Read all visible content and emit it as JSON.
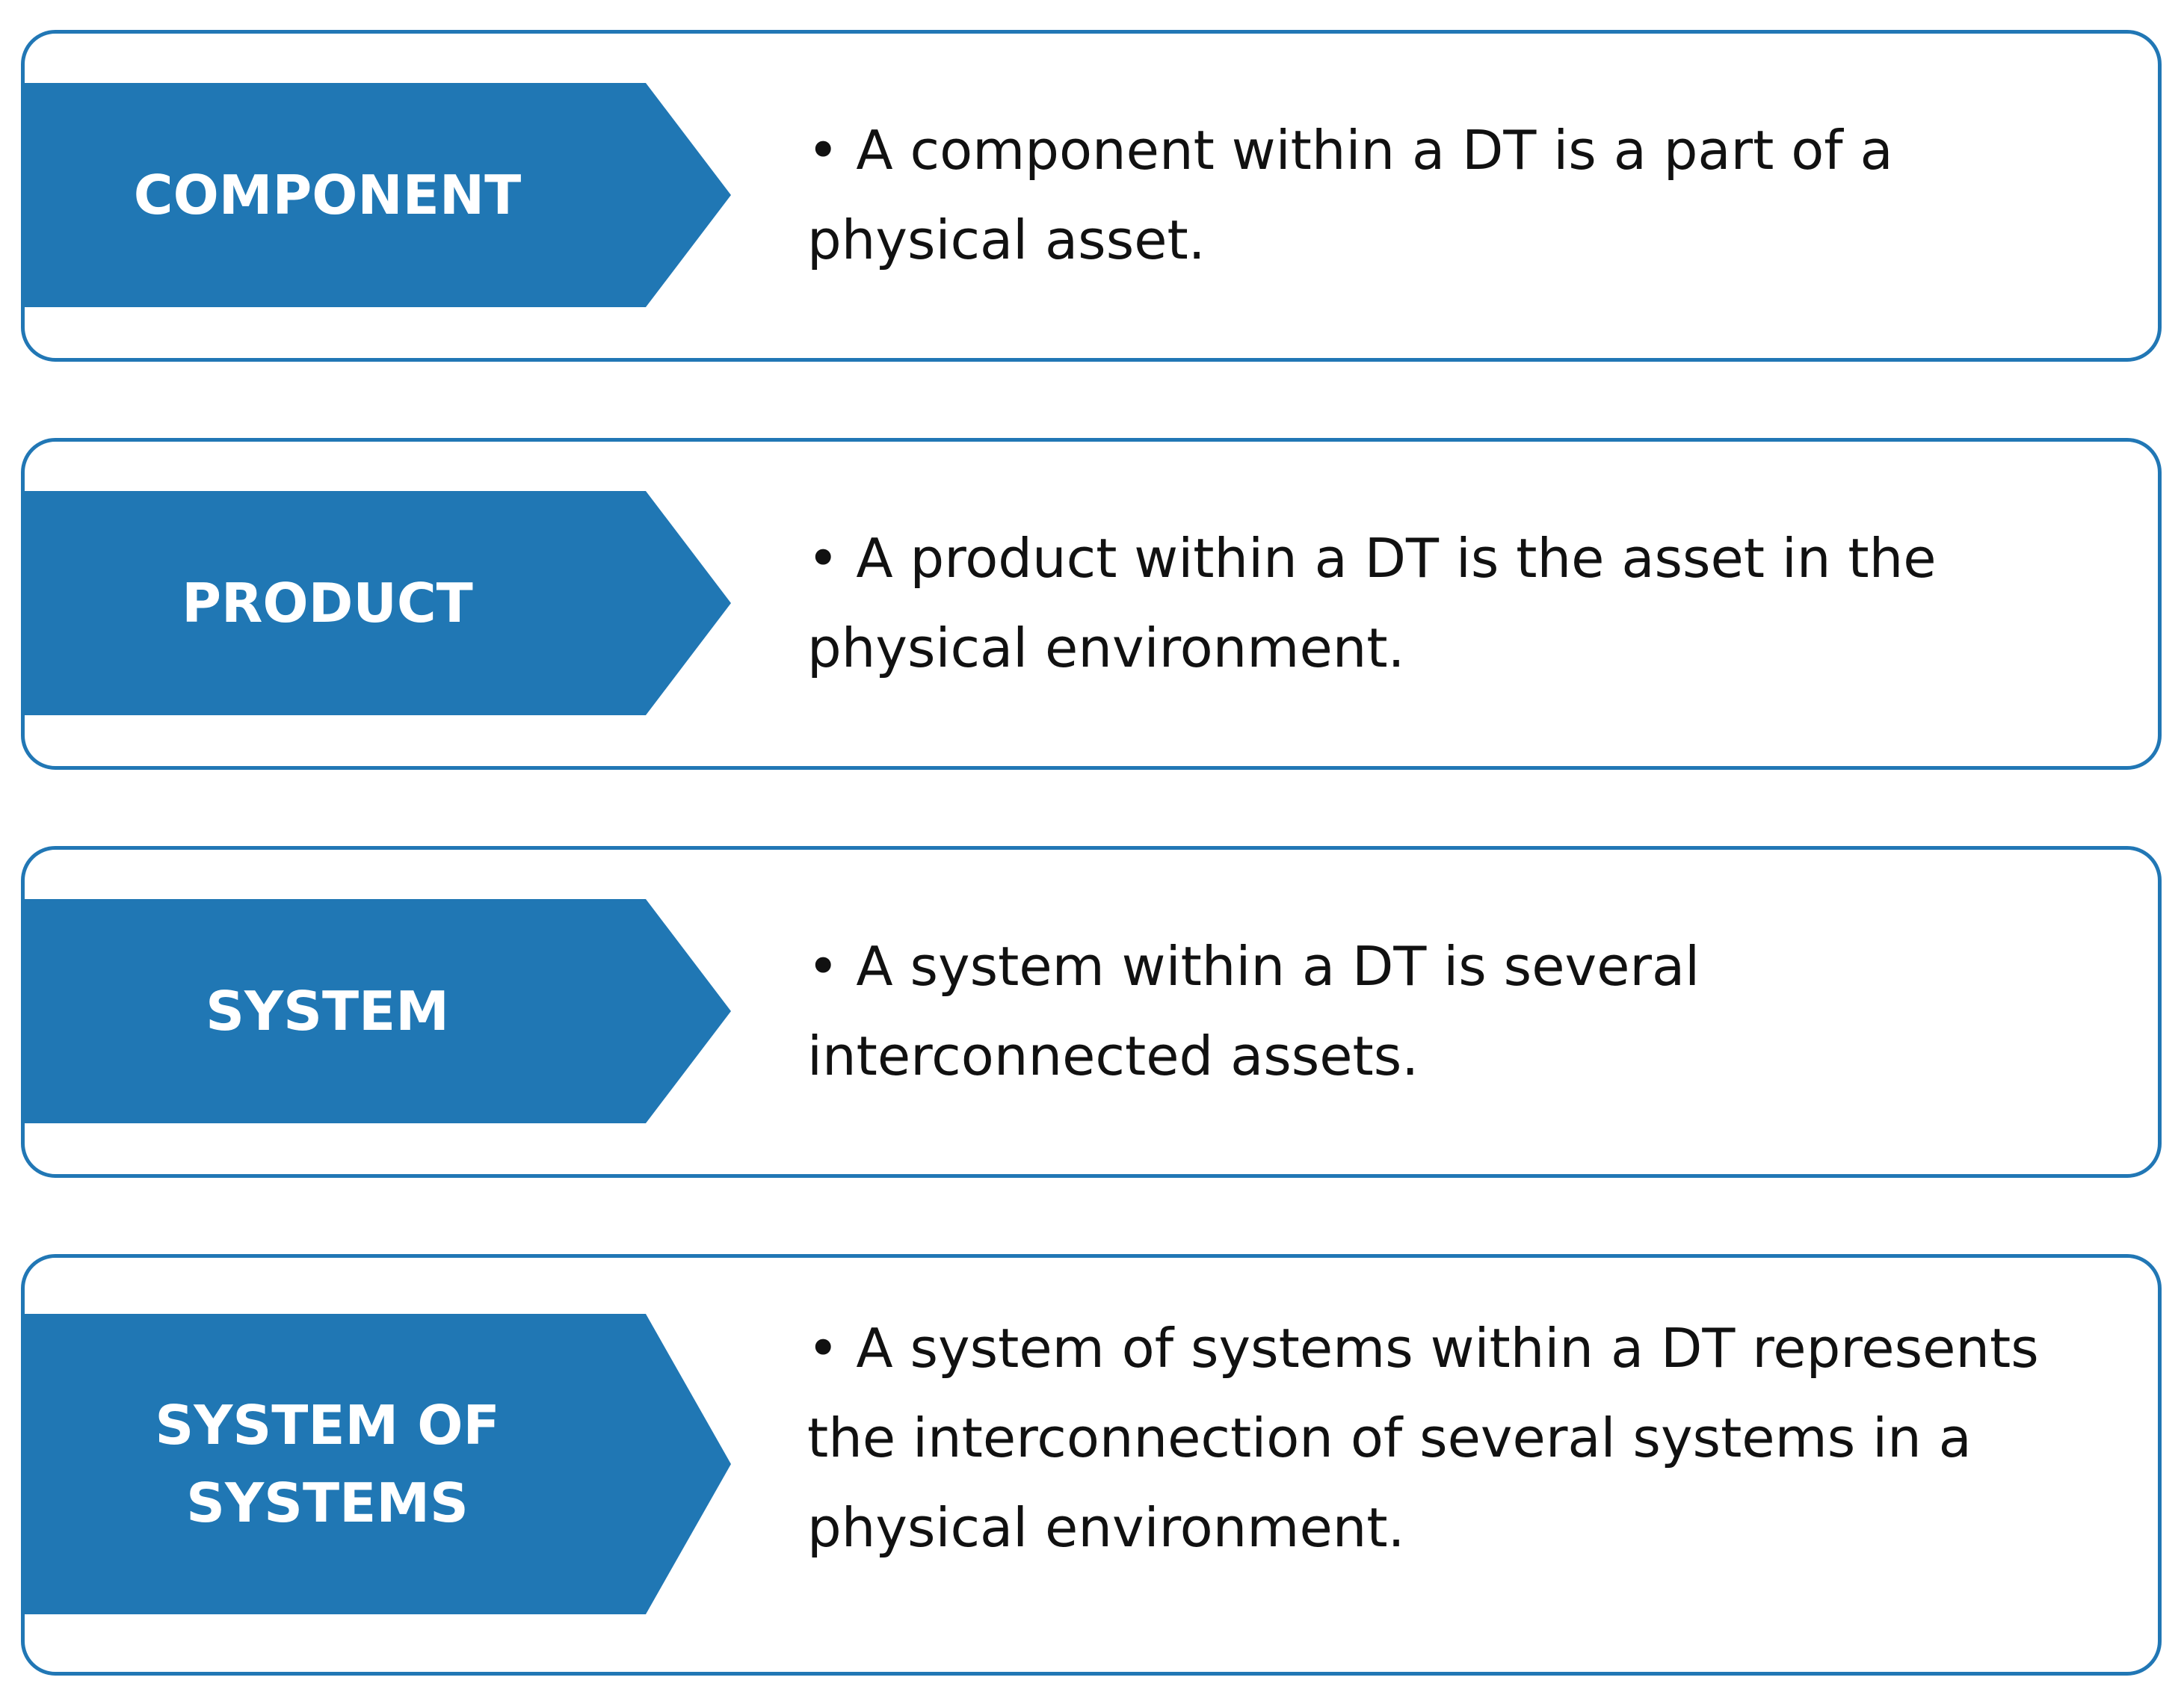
{
  "rows": [
    {
      "label": "COMPONENT",
      "description": "• A component within a DT is a part of a physical asset."
    },
    {
      "label": "PRODUCT",
      "description": "• A product within a DT is the asset in the physical environment."
    },
    {
      "label": "SYSTEM",
      "description": "• A system within a DT is several interconnected assets."
    },
    {
      "label": "SYSTEM OF\nSYSTEMS",
      "description": "• A system of systems within a DT represents the interconnection of several systems in a physical environment."
    }
  ],
  "colors": {
    "accent": "#2077b4",
    "border": "#2177b5",
    "label_text": "#ffffff",
    "body_text": "#111111"
  }
}
